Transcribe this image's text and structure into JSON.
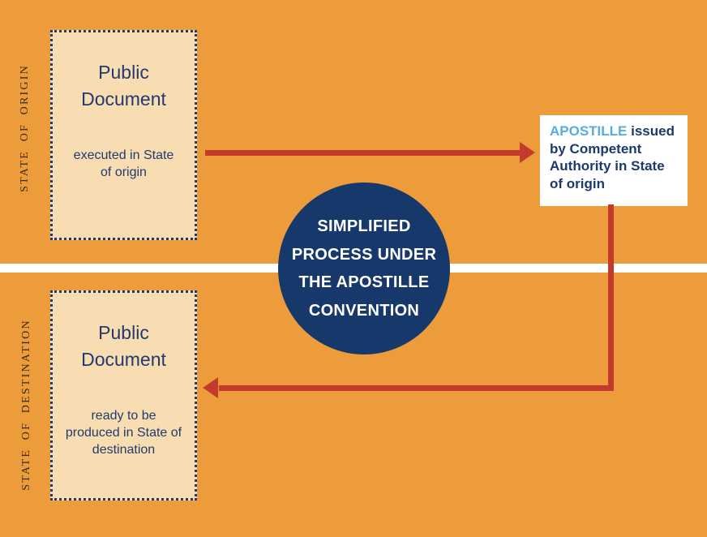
{
  "colors": {
    "background": "#ED9C3B",
    "box_fill": "#F8DCB2",
    "box_border_navy": "#1E3A6E",
    "text_navy": "#223A6E",
    "circle_bg": "#16386B",
    "circle_text": "#FFFFFF",
    "arrow_red": "#C23B2C",
    "apostille_blue": "#58ACDE",
    "side_label_dark": "#3B2B15",
    "divider_white": "#FFFFFF",
    "note_bg": "#FFFFFF"
  },
  "side_labels": {
    "origin": "STATE OF ORIGIN",
    "destination": "STATE OF DESTINATION"
  },
  "origin_box": {
    "title_lines": [
      "Public",
      "Document"
    ],
    "subtitle_lines": [
      "executed in State",
      "of origin"
    ]
  },
  "destination_box": {
    "title_lines": [
      "Public",
      "Document"
    ],
    "subtitle_lines": [
      "ready to be",
      "produced in State of",
      "destination"
    ]
  },
  "circle": {
    "lines": [
      "SIMPLIFIED",
      "PROCESS UNDER",
      "THE APOSTILLE",
      "CONVENTION"
    ]
  },
  "apostille_note": {
    "line1_highlight": "APOSTILLE",
    "line1_rest": " issued",
    "line2": "by Competent",
    "line3": "Authority in State",
    "line4": "of origin"
  }
}
